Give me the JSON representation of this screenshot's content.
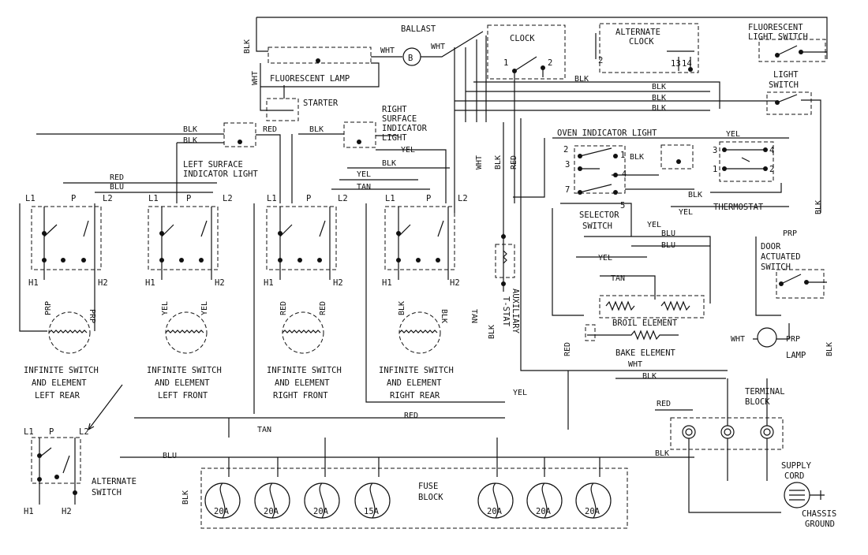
{
  "diagram": {
    "top": {
      "ballast": "BALLAST",
      "ballast_symbol": "B",
      "fluorescent_lamp": "FLUORESCENT LAMP",
      "starter": "STARTER",
      "clock": "CLOCK",
      "alternate_clock": [
        "ALTERNATE",
        "CLOCK"
      ],
      "fluorescent_light_switch": [
        "FLUORESCENT",
        "LIGHT SWITCH"
      ],
      "light_switch": [
        "LIGHT",
        "SWITCH"
      ],
      "right_surface_indicator": [
        "RIGHT",
        "SURFACE",
        "INDICATOR",
        "LIGHT"
      ],
      "left_surface_indicator": [
        "LEFT SURFACE",
        "INDICATOR LIGHT"
      ],
      "oven_indicator_light": "OVEN INDICATOR LIGHT"
    },
    "wire_colors": {
      "blk": "BLK",
      "wht": "WHT",
      "red": "RED",
      "blu": "BLU",
      "yel": "YEL",
      "tan": "TAN",
      "prp": "PRP"
    },
    "switch_terms": {
      "l1": "L1",
      "l2": "L2",
      "p": "P",
      "h1": "H1",
      "h2": "H2"
    },
    "infinite_switches": [
      [
        "INFINITE SWITCH",
        "AND ELEMENT",
        "LEFT REAR"
      ],
      [
        "INFINITE SWITCH",
        "AND ELEMENT",
        "LEFT FRONT"
      ],
      [
        "INFINITE SWITCH",
        "AND ELEMENT",
        "RIGHT FRONT"
      ],
      [
        "INFINITE SWITCH",
        "AND ELEMENT",
        "RIGHT REAR"
      ]
    ],
    "alternate_switch": [
      "ALTERNATE",
      "SWITCH"
    ],
    "selector_switch": [
      "SELECTOR",
      "SWITCH"
    ],
    "thermostat": "THERMOSTAT",
    "auxiliary_tstat": [
      "AUXILIARY",
      "T-STAT"
    ],
    "door_actuated_switch": [
      "DOOR",
      "ACTUATED",
      "SWITCH"
    ],
    "lamp": "LAMP",
    "broil_element": "BROIL ELEMENT",
    "bake_element": "BAKE ELEMENT",
    "terminal_block": [
      "TERMINAL",
      "BLOCK"
    ],
    "supply_cord": [
      "SUPPLY",
      "CORD"
    ],
    "chassis_ground": [
      "CHASSIS",
      "GROUND"
    ],
    "fuse_block": [
      "FUSE",
      "BLOCK"
    ],
    "fuses": [
      "20A",
      "20A",
      "20A",
      "15A",
      "20A",
      "20A",
      "20A"
    ],
    "selector_terms": [
      "2",
      "3",
      "7",
      "1",
      "4",
      "5"
    ],
    "thermostat_terms": [
      "3",
      "4",
      "1",
      "2"
    ],
    "clock_terms": [
      "1",
      "2"
    ],
    "alt_clock_terms": [
      "2",
      "13",
      "14"
    ]
  }
}
